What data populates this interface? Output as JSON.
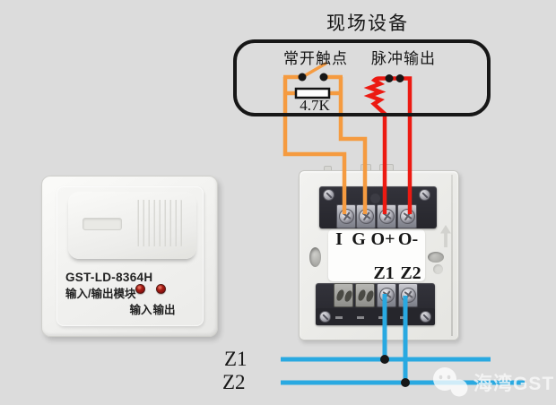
{
  "colors": {
    "background": "#dcdcdc",
    "ink": "#171717",
    "wire_orange": "#f59b40",
    "wire_red": "#ec1a12",
    "wire_blue": "#29a9e1",
    "led_red": "#8a0f0f"
  },
  "title": "现场设备",
  "field_device_box": {
    "normally_open_contact_label": "常开触点",
    "pulse_output_label": "脉冲输出",
    "resistor_value": "4.7K"
  },
  "io_module": {
    "model": "GST-LD-8364H",
    "name": "输入/输出模块",
    "indicator_labels": [
      "输入",
      "输出"
    ]
  },
  "terminal_base": {
    "top_terminal_labels": [
      "I",
      "G",
      "O+",
      "O-"
    ],
    "bottom_terminal_labels": [
      "Z1",
      "Z2"
    ]
  },
  "bus": {
    "line1_label": "Z1",
    "line2_label": "Z2"
  },
  "watermark": {
    "text": "海湾GST"
  }
}
